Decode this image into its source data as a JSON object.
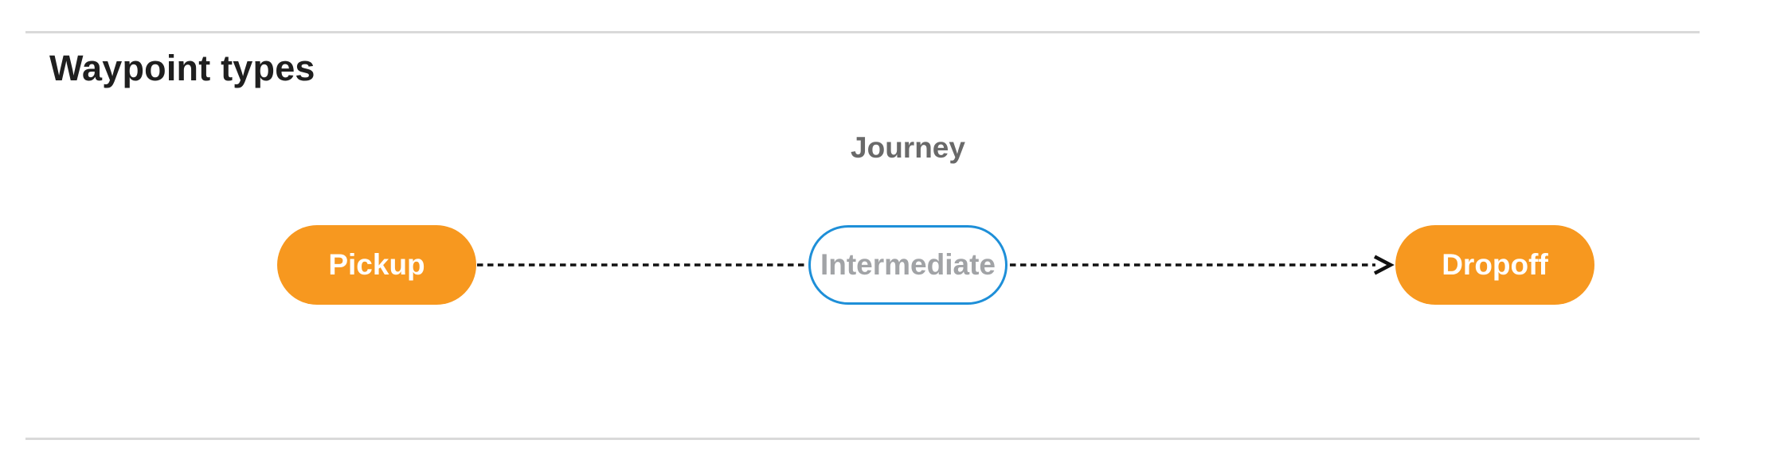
{
  "page": {
    "title": "Waypoint types"
  },
  "diagram": {
    "journey_label": "Journey",
    "nodes": [
      {
        "id": "pickup",
        "label": "Pickup",
        "type": "terminal"
      },
      {
        "id": "intermediate",
        "label": "Intermediate",
        "type": "optional"
      },
      {
        "id": "dropoff",
        "label": "Dropoff",
        "type": "terminal"
      }
    ],
    "edges": [
      {
        "from": "pickup",
        "to": "intermediate",
        "style": "dashed",
        "arrow": false
      },
      {
        "from": "intermediate",
        "to": "dropoff",
        "style": "dashed",
        "arrow": true
      }
    ],
    "colors": {
      "terminal_fill": "#f7981f",
      "terminal_text": "#ffffff",
      "optional_border": "#1e8fd8",
      "optional_text": "#a1a3a6",
      "connector": "#111111",
      "journey_label_text": "#696969",
      "title_text": "#1f1f1f",
      "divider": "#d9d9d9"
    }
  }
}
